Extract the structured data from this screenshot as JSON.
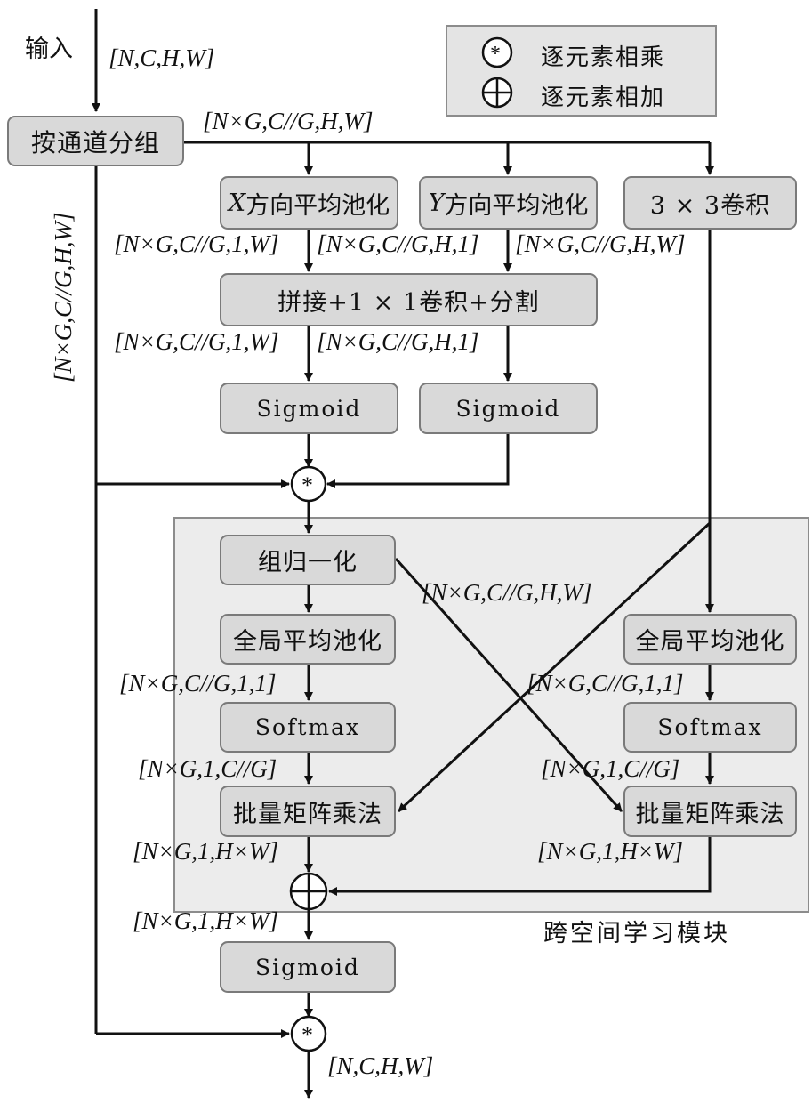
{
  "legend": {
    "multiply_label": "逐元素相乘",
    "add_label": "逐元素相加"
  },
  "input": {
    "label": "输入",
    "shape": "[N,C,H,W]"
  },
  "module_label": "跨空间学习模块",
  "nodes": {
    "group": "按通道分组",
    "x_pool": "X方向平均池化",
    "x_pool_axis": "X",
    "x_pool_rest": "方向平均池化",
    "y_pool": "Y方向平均池化",
    "y_pool_axis": "Y",
    "y_pool_rest": "方向平均池化",
    "conv3": "3 × 3卷积",
    "concat": "拼接+1 × 1卷积+分割",
    "sigmoid_1": "Sigmoid",
    "sigmoid_2": "Sigmoid",
    "groupnorm": "组归一化",
    "gap_left": "全局平均池化",
    "gap_right": "全局平均池化",
    "softmax_left": "Softmax",
    "softmax_right": "Softmax",
    "matmul_left": "批量矩阵乘法",
    "matmul_right": "批量矩阵乘法",
    "sigmoid_final": "Sigmoid"
  },
  "shapes": {
    "grouped": "[N×G,C//G,H,W]",
    "side_vertical": "[N×G,C//G,H,W]",
    "x_pool_out": "[N×G,C//G,1,W]",
    "y_pool_out": "[N×G,C//G,H,1]",
    "conv_out": "[N×G,C//G,H,W]",
    "split_x": "[N×G,C//G,1,W]",
    "split_y": "[N×G,C//G,H,1]",
    "cross": "[N×G,C//G,H,W]",
    "gap_left_out": "[N×G,C//G,1,1]",
    "gap_right_out": "[N×G,C//G,1,1]",
    "softmax_left_out": "[N×G,1,C//G]",
    "softmax_right_out": "[N×G,1,C//G]",
    "matmul_left_out": "[N×G,1,H×W]",
    "matmul_right_out": "[N×G,1,H×W]",
    "sum_out": "[N×G,1,H×W]",
    "output": "[N,C,H,W]"
  },
  "symbols": {
    "multiply": "*",
    "add": "+"
  }
}
